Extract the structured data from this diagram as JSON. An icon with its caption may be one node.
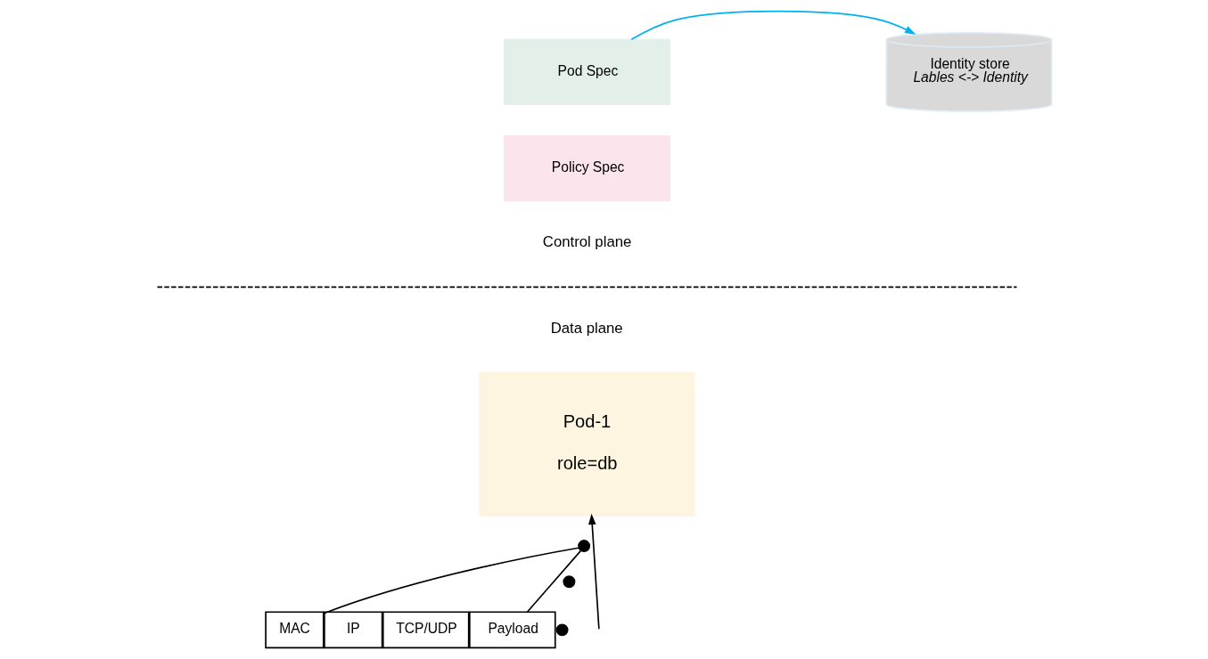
{
  "diagram": {
    "nodes": [
      {
        "text": [
          "Pod Spec"
        ]
      },
      {
        "text": [
          "Identity store",
          "Lables <-> Identity"
        ]
      },
      {
        "text": [
          "Policy Spec"
        ]
      },
      {
        "text": [
          "Pod-1",
          "role=db"
        ]
      },
      {
        "text": [
          "MAC"
        ]
      },
      {
        "text": [
          "IP"
        ]
      },
      {
        "text": [
          "TCP/UDP"
        ]
      },
      {
        "text": [
          "Payload"
        ]
      },
      {
        "text": [],
        "shape": "circle"
      },
      {
        "text": [],
        "shape": "circle"
      },
      {
        "text": [],
        "shape": "circle"
      }
    ],
    "edges": [
      {
        "from": 0,
        "to": 1,
        "arrow": "to",
        "color": "#00b0f0"
      },
      {
        "from": 4,
        "to": 8,
        "arrow": "none"
      },
      {
        "from": 7,
        "to": 8,
        "arrow": "none"
      },
      {
        "from": null,
        "to": 3,
        "arrow": "to"
      }
    ],
    "labels": [
      "Control plane",
      "Data plane"
    ]
  }
}
